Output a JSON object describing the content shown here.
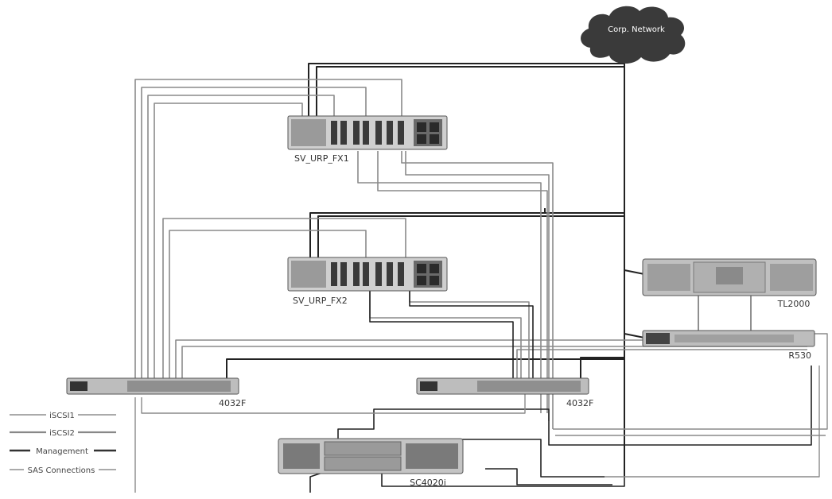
{
  "cloud": {
    "label": "Corp. Network"
  },
  "servers": [
    {
      "id": "fx1",
      "label": "SV_URP_FX1"
    },
    {
      "id": "fx2",
      "label": "SV_URP_FX2"
    }
  ],
  "switches": [
    {
      "id": "sw-left",
      "label": "4032F"
    },
    {
      "id": "sw-right",
      "label": "4032F"
    }
  ],
  "tape_library": {
    "label": "TL2000"
  },
  "backup_server": {
    "label": "R530"
  },
  "storage": {
    "label": "SC4020i"
  },
  "legend": [
    {
      "label": "iSCSI1",
      "color": "#777777",
      "style": "thin"
    },
    {
      "label": "iSCSI2",
      "color": "#888888",
      "style": "double"
    },
    {
      "label": "Management",
      "color": "#333333",
      "style": "thick"
    },
    {
      "label": "SAS Connections",
      "color": "#777777",
      "style": "thin"
    }
  ],
  "colors": {
    "cable_dark": "#222222",
    "cable_grey": "#8a8a8a",
    "device_body": "#c8c8c8",
    "cloud": "#3a3a3a"
  }
}
